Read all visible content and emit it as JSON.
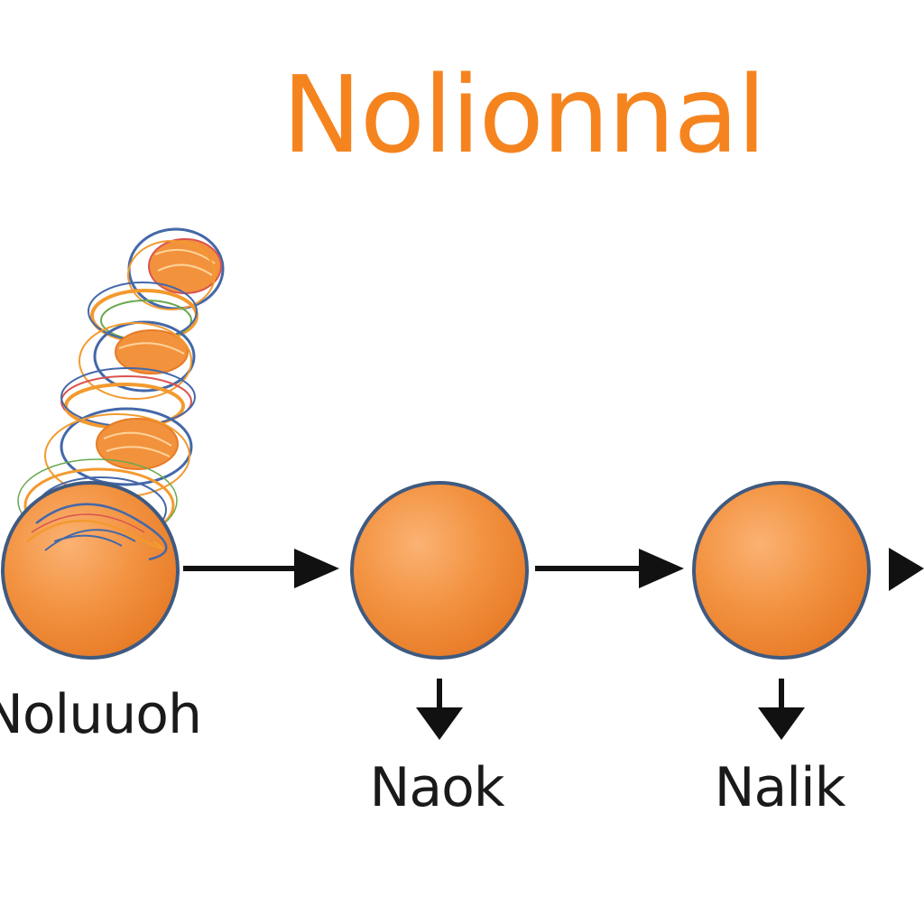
{
  "title": "Nolionnal",
  "nodes": [
    {
      "label": "Noluuoh"
    },
    {
      "label": "Naok"
    },
    {
      "label": "Nalik"
    }
  ],
  "colors": {
    "title": "#f5841f",
    "node_fill": "#f08a32",
    "node_highlight": "#fbb273",
    "node_stroke": "#3f5a80",
    "arrow": "#111111",
    "label": "#1a1a1a",
    "coil_orange": "#f39a2e",
    "coil_blue": "#4468a8",
    "coil_red": "#d9534f",
    "coil_green": "#6aa84f"
  },
  "icons": {
    "chromatin": "chromatin-coil-icon",
    "arrow": "arrow-right-icon",
    "arrow_down": "arrow-down-icon"
  }
}
